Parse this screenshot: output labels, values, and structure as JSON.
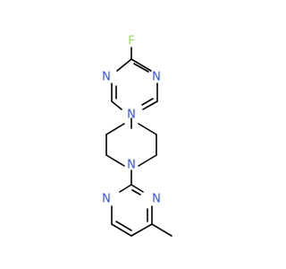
{
  "molecule": {
    "atoms": [
      {
        "id": "f1",
        "label": "F",
        "color": "#90E050"
      },
      {
        "id": "n1",
        "label": "N",
        "color": "#3050F8"
      },
      {
        "id": "n2",
        "label": "N",
        "color": "#3050F8"
      },
      {
        "id": "n3",
        "label": "N",
        "color": "#3050F8"
      },
      {
        "id": "n4",
        "label": "N",
        "color": "#3050F8"
      },
      {
        "id": "n5",
        "label": "N",
        "color": "#3050F8"
      },
      {
        "id": "n6",
        "label": "N",
        "color": "#3050F8"
      }
    ],
    "bond_color": "#000000"
  }
}
